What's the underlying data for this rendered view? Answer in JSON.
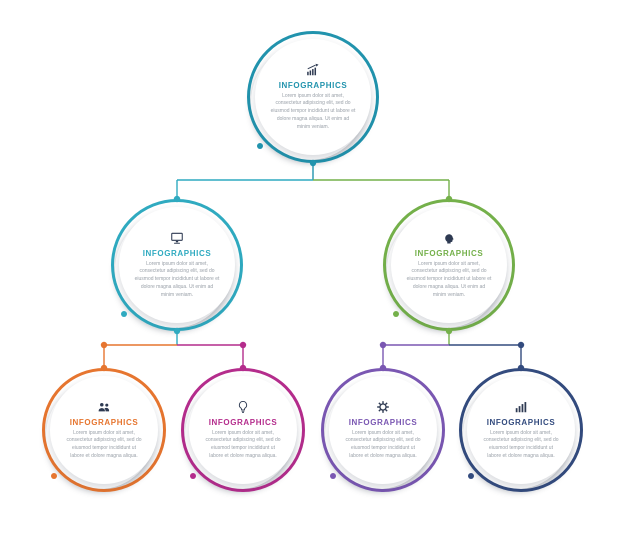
{
  "diagram": {
    "kind": "organization-chart infographic",
    "levels": 3,
    "background": "#ffffff"
  },
  "palette": {
    "root_teal": "#2193AD",
    "branch_teal": "#2FAAC0",
    "branch_green": "#74B04A",
    "leaf_orange": "#E6752F",
    "leaf_magenta": "#B42C8C",
    "leaf_purple": "#7A57B2",
    "leaf_navy": "#334B7E",
    "icon_dark": "#2E3A52",
    "body_text": "#9AA1A9"
  },
  "nodes": [
    {
      "id": "root",
      "level": 1,
      "title": "INFOGRAPHICS",
      "icon": "trend-chart-icon",
      "accent_color": "#2193AD",
      "body": "Lorem ipsum dolor sit amet, consectetur adipiscing elit, sed do eiusmod tempor incididunt ut labore et dolore magna aliqua. Ut enim ad minim veniam."
    },
    {
      "id": "branch-left",
      "level": 2,
      "title": "INFOGRAPHICS",
      "icon": "monitor-icon",
      "accent_color": "#2FAAC0",
      "body": "Lorem ipsum dolor sit amet, consectetur adipiscing elit, sed do eiusmod tempor incididunt ut labore et dolore magna aliqua. Ut enim ad minim veniam."
    },
    {
      "id": "branch-right",
      "level": 2,
      "title": "INFOGRAPHICS",
      "icon": "profile-icon",
      "accent_color": "#74B04A",
      "body": "Lorem ipsum dolor sit amet, consectetur adipiscing elit, sed do eiusmod tempor incididunt ut labore et dolore magna aliqua. Ut enim ad minim veniam."
    },
    {
      "id": "leaf-1",
      "level": 3,
      "title": "INFOGRAPHICS",
      "icon": "team-icon",
      "accent_color": "#E6752F",
      "body": "Lorem ipsum dolor sit amet, consectetur adipiscing elit, sed do eiusmod tempor incididunt ut labore et dolore magna aliqua."
    },
    {
      "id": "leaf-2",
      "level": 3,
      "title": "INFOGRAPHICS",
      "icon": "lightbulb-icon",
      "accent_color": "#B42C8C",
      "body": "Lorem ipsum dolor sit amet, consectetur adipiscing elit, sed do eiusmod tempor incididunt ut labore et dolore magna aliqua."
    },
    {
      "id": "leaf-3",
      "level": 3,
      "title": "INFOGRAPHICS",
      "icon": "gear-icon",
      "accent_color": "#7A57B2",
      "body": "Lorem ipsum dolor sit amet, consectetur adipiscing elit, sed do eiusmod tempor incididunt ut labore et dolore magna aliqua."
    },
    {
      "id": "leaf-4",
      "level": 3,
      "title": "INFOGRAPHICS",
      "icon": "bar-chart-icon",
      "accent_color": "#334B7E",
      "body": "Lorem ipsum dolor sit amet, consectetur adipiscing elit, sed do eiusmod tempor incididunt ut labore et dolore magna aliqua."
    }
  ]
}
